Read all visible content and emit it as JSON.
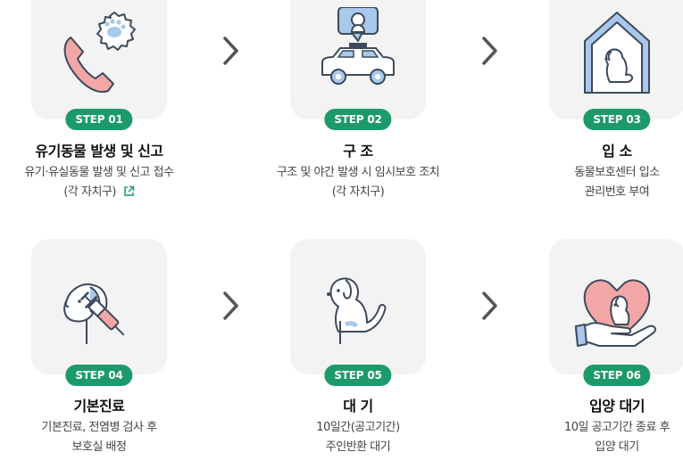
{
  "colors": {
    "accent": "#1c9a6a",
    "card_bg": "#f3f3f3",
    "icon_line": "#3c4a5b",
    "icon_pink": "#f3a6a6",
    "icon_blue": "#a9c8ec"
  },
  "steps": [
    {
      "badge": "STEP 01",
      "title": "유기동물 발생 및 신고",
      "desc_line1": "유기·유실동물 발생 및 신고 접수",
      "desc_line2": "(각 자치구)",
      "icon": "phone-paw-icon"
    },
    {
      "badge": "STEP 02",
      "title": "구 조",
      "desc_line1": "구조 및 야간 발생 시 임시보호 조치",
      "desc_line2": "(각 자치구)",
      "icon": "rescue-car-icon"
    },
    {
      "badge": "STEP 03",
      "title": "입 소",
      "desc_line1": "동물보호센터 입소",
      "desc_line2": "관리번호 부여",
      "icon": "dog-house-icon"
    },
    {
      "badge": "STEP 04",
      "title": "기본진료",
      "desc_line1": "기본진료, 전염병 검사 후",
      "desc_line2": "보호실 배정",
      "icon": "dog-syringe-icon"
    },
    {
      "badge": "STEP 05",
      "title": "대 기",
      "desc_line1": "10일간(공고기간)",
      "desc_line2": "주인반환 대기",
      "icon": "sitting-dog-icon"
    },
    {
      "badge": "STEP 06",
      "title": "입양 대기",
      "desc_line1": "10일 공고기간 종료 후",
      "desc_line2": "입양 대기",
      "icon": "heart-hand-dog-icon"
    }
  ]
}
